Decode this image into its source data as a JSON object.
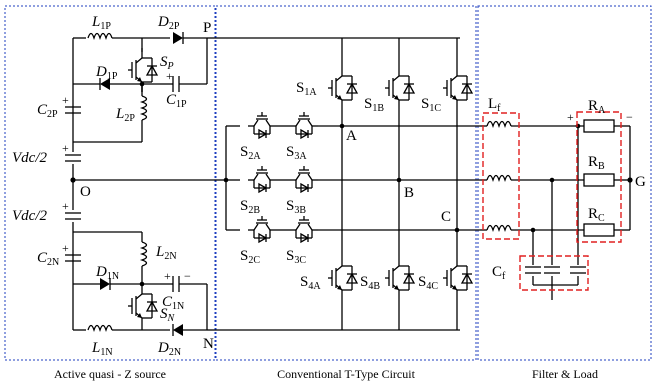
{
  "colors": {
    "wire": "#000000",
    "section_box": "#1f3fbf",
    "highlight": "#e02020"
  },
  "sections": {
    "left": "Active quasi - Z source",
    "middle": "Conventional T-Type Circuit",
    "right": "Filter & Load"
  },
  "nodes": {
    "P": "P",
    "N": "N",
    "O": "O",
    "A": "A",
    "B": "B",
    "C": "C",
    "G": "G"
  },
  "components": {
    "L1P": {
      "main": "L",
      "sub": "1P"
    },
    "D2P": {
      "main": "D",
      "sub": "2P"
    },
    "SP": {
      "main": "S",
      "sub": "P"
    },
    "D1P": {
      "main": "D",
      "sub": "1P"
    },
    "C1P": {
      "main": "C",
      "sub": "1P"
    },
    "L2P": {
      "main": "L",
      "sub": "2P"
    },
    "C2P": {
      "main": "C",
      "sub": "2P"
    },
    "VdcTop": "Vdc/2",
    "VdcBot": "Vdc/2",
    "C2N": {
      "main": "C",
      "sub": "2N"
    },
    "L2N": {
      "main": "L",
      "sub": "2N"
    },
    "D1N": {
      "main": "D",
      "sub": "1N"
    },
    "C1N": {
      "main": "C",
      "sub": "1N"
    },
    "SN": {
      "main": "S",
      "sub": "N"
    },
    "L1N": {
      "main": "L",
      "sub": "1N"
    },
    "D2N": {
      "main": "D",
      "sub": "2N"
    },
    "S1A": {
      "main": "S",
      "sub": "1A"
    },
    "S1B": {
      "main": "S",
      "sub": "1B"
    },
    "S1C": {
      "main": "S",
      "sub": "1C"
    },
    "S2A": {
      "main": "S",
      "sub": "2A"
    },
    "S3A": {
      "main": "S",
      "sub": "3A"
    },
    "S2B": {
      "main": "S",
      "sub": "2B"
    },
    "S3B": {
      "main": "S",
      "sub": "3B"
    },
    "S2C": {
      "main": "S",
      "sub": "2C"
    },
    "S3C": {
      "main": "S",
      "sub": "3C"
    },
    "S4A": {
      "main": "S",
      "sub": "4A"
    },
    "S4B": {
      "main": "S",
      "sub": "4B"
    },
    "S4C": {
      "main": "S",
      "sub": "4C"
    },
    "Lf": {
      "main": "L",
      "sub": "f"
    },
    "Cf": {
      "main": "C",
      "sub": "f"
    },
    "RA": {
      "main": "R",
      "sub": "A"
    },
    "RB": {
      "main": "R",
      "sub": "B"
    },
    "RC": {
      "main": "R",
      "sub": "C"
    }
  },
  "polarity": {
    "plus": "+",
    "minus": "−"
  }
}
